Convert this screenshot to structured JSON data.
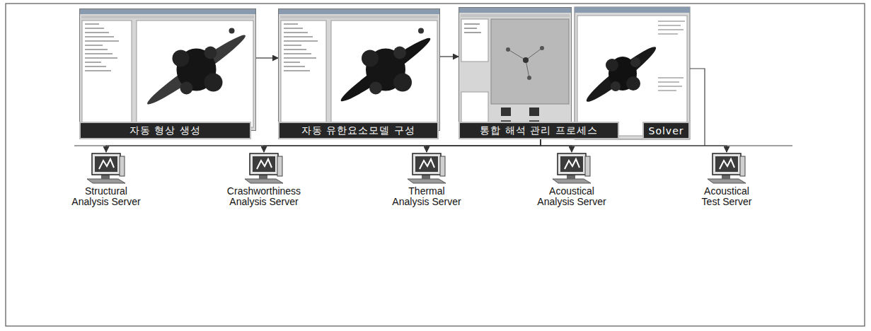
{
  "diagram": {
    "nodes": [
      {
        "text": [
          "자동 형상 생성"
        ]
      },
      {
        "text": [
          "자동 유한요소모델 구성"
        ]
      },
      {
        "text": [
          "통합 해석 관리 프로세스"
        ]
      },
      {
        "text": [
          "Solver"
        ]
      },
      {
        "text": [
          "Structural Analysis Server"
        ]
      },
      {
        "text": [
          "Crashworthiness Analysis Server"
        ]
      },
      {
        "text": [
          "Thermal Analysis Server"
        ]
      },
      {
        "text": [
          "Acoustical Analysis Server"
        ]
      },
      {
        "text": [
          "Acoustical Test Server"
        ]
      }
    ],
    "edges": [
      {
        "from": 0,
        "to": 1,
        "arrow": "to"
      },
      {
        "from": 1,
        "to": 2,
        "arrow": "to"
      },
      {
        "from": 2,
        "to": 4,
        "arrow": "to"
      },
      {
        "from": 2,
        "to": 5,
        "arrow": "to"
      },
      {
        "from": 2,
        "to": 6,
        "arrow": "to"
      },
      {
        "from": 2,
        "to": 7,
        "arrow": "to"
      },
      {
        "from": 2,
        "to": 8,
        "arrow": "to"
      }
    ]
  }
}
